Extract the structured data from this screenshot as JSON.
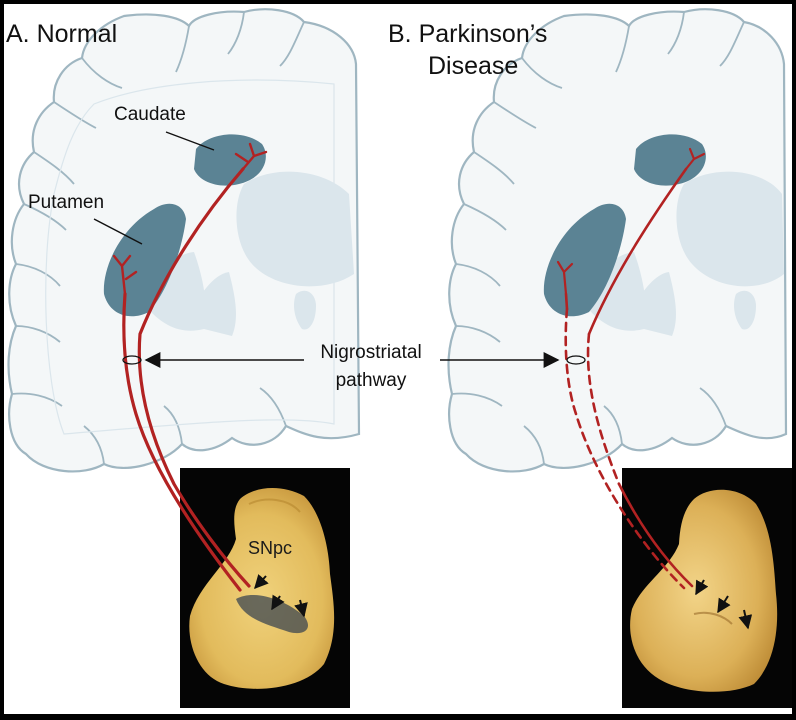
{
  "panel_a": {
    "title": "A. Normal"
  },
  "panel_b": {
    "title_line1": "B. Parkinson’s",
    "title_line2": "Disease"
  },
  "labels": {
    "caudate": "Caudate",
    "putamen": "Putamen",
    "pathway_line1": "Nigrostriatal",
    "pathway_line2": "pathway",
    "snpc": "SNpc"
  },
  "colors": {
    "brain_fill": "#f4f7f8",
    "brain_outline": "#9fb6c1",
    "striatum": "#5b8394",
    "ghost_nuclei": "#dbe6ec",
    "pathway": "#b22222",
    "photo_bg": "#050505",
    "tissue": "#e8c366"
  }
}
